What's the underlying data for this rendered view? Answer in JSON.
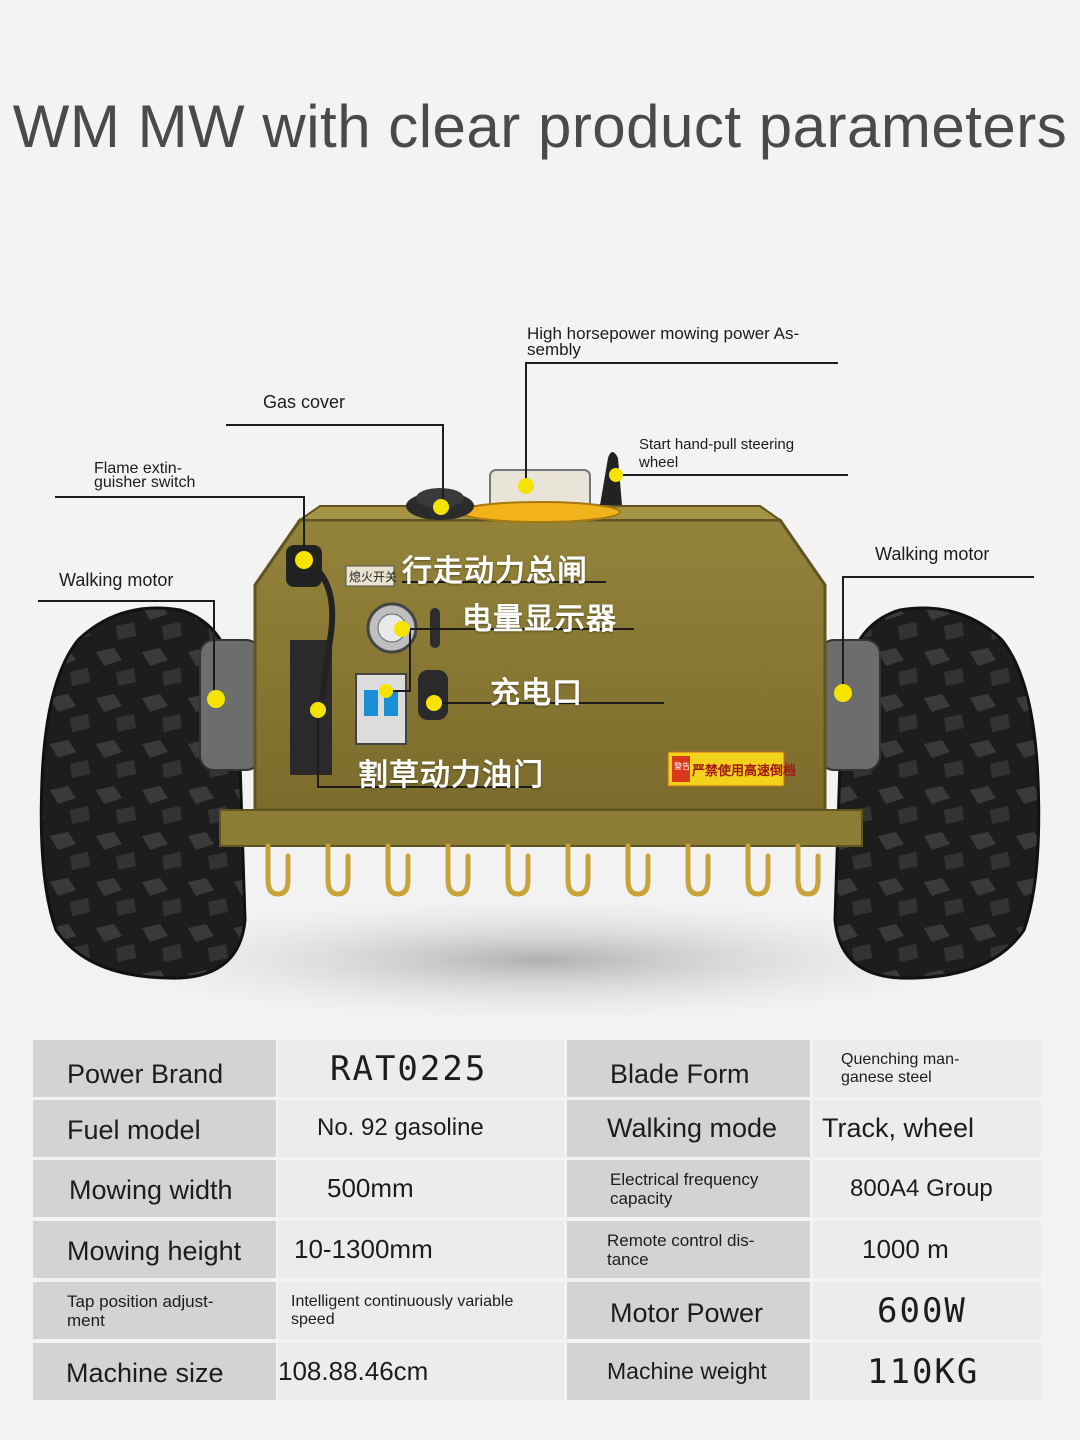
{
  "title": "WM MW with clear product parameters",
  "callouts": {
    "mowing_power": "High horsepower mowing power As-\nsembly",
    "gas_cover": "Gas cover",
    "start_hand_pull": "Start hand-pull steering\nwheel",
    "flame_switch": "Flame extin-\nguisher switch",
    "walking_motor_left": "Walking motor",
    "walking_motor_right": "Walking motor",
    "main_power_switch": "行走动力总闸",
    "battery_display": "电量显示器",
    "charging_port": "充电口",
    "mowing_throttle": "割草动力油门"
  },
  "machine_labels": {
    "switch_plate": "熄火开关",
    "warning_plate": "严禁使用高速倒档",
    "warning_tag": "警告"
  },
  "colors": {
    "body": "#8a7a33",
    "body_dark": "#5f5422",
    "track": "#1b1b1b",
    "dot": "#f5e400",
    "hook": "#c9a23a"
  },
  "specs": [
    {
      "label": "Power Brand",
      "value": "RAT0225",
      "label2": "Blade Form",
      "value2": "Quenching man-\nganese steel"
    },
    {
      "label": "Fuel model",
      "value": "No. 92 gasoline",
      "label2": "Walking mode",
      "value2": "Track, wheel"
    },
    {
      "label": "Mowing width",
      "value": "500mm",
      "label2": "Electrical frequency\ncapacity",
      "value2": "800A4 Group"
    },
    {
      "label": "Mowing height",
      "value": "10-1300mm",
      "label2": "Remote control dis-\ntance",
      "value2": "1000 m"
    },
    {
      "label": "Tap position adjust-\nment",
      "value": "Intelligent continuously variable\nspeed",
      "label2": "Motor Power",
      "value2": "600W"
    },
    {
      "label": "Machine size",
      "value": "108.88.46cm",
      "label2": "Machine weight",
      "value2": "110KG"
    }
  ]
}
